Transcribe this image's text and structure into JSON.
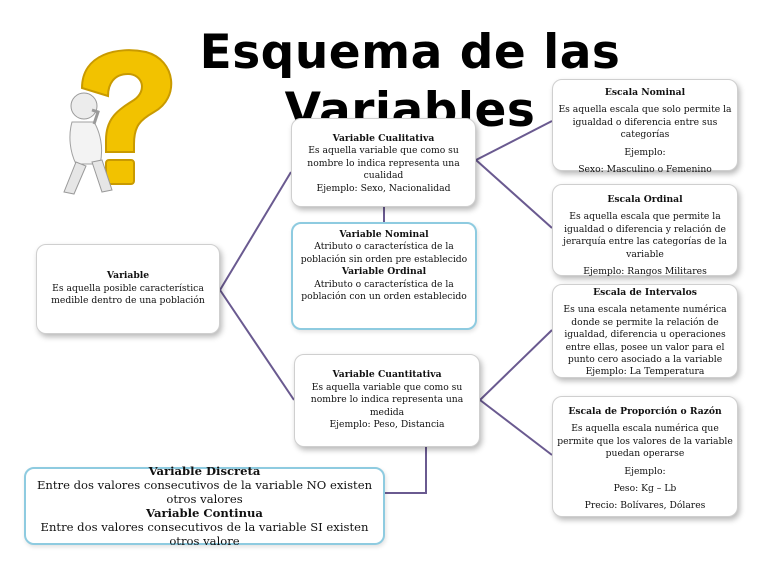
{
  "title": "Esquema de las Variables",
  "variable": {
    "heading": "Variable",
    "text": "Es aquella posible característica medible dentro de una población"
  },
  "cualitativa": {
    "heading": "Variable Cualitativa",
    "text": "Es aquella variable que como su nombre lo indica representa una cualidad",
    "example": "Ejemplo: Sexo, Nacionalidad"
  },
  "cuali_types": {
    "nominal_heading": "Variable Nominal",
    "nominal_text": "Atributo o característica de la población sin orden pre establecido",
    "ordinal_heading": "Variable Ordinal",
    "ordinal_text": "Atributo o característica de la población con un orden establecido"
  },
  "cuantitativa": {
    "heading": "Variable Cuantitativa",
    "text": "Es aquella variable que como su nombre lo indica representa una medida",
    "example": "Ejemplo: Peso, Distancia"
  },
  "cuanti_types": {
    "discreta_heading": "Variable Discreta",
    "discreta_text": "Entre dos valores consecutivos de la variable NO existen otros valores",
    "continua_heading": "Variable Continua",
    "continua_text": "Entre dos valores consecutivos de la variable SI existen otros valore"
  },
  "escala_nominal": {
    "heading": "Escala Nominal",
    "text": "Es aquella escala que solo permite la igualdad o diferencia entre sus categorías",
    "example_label": "Ejemplo:",
    "example": "Sexo: Masculino o Femenino"
  },
  "escala_ordinal": {
    "heading": "Escala Ordinal",
    "text": "Es aquella escala que permite la igualdad o diferencia y relación de jerarquía entre las categorías de la variable",
    "example": "Ejemplo: Rangos Militares"
  },
  "escala_intervalos": {
    "heading": "Escala de Intervalos",
    "text": "Es una escala netamente numérica donde se permite la relación de igualdad, diferencia u operaciones entre ellas, posee un valor  para el punto cero asociado a la variable",
    "example": "Ejemplo: La Temperatura"
  },
  "escala_razon": {
    "heading": "Escala de Proporción o Razón",
    "text": "Es aquella  escala numérica que permite que los valores de la variable puedan operarse",
    "example_label": "Ejemplo:",
    "example_1": "Peso: Kg – Lb",
    "example_2": "Precio: Bolívares, Dólares"
  },
  "colors": {
    "connector": "#6a5a90",
    "blue_border": "#8ecbe0",
    "question_mark": "#f2c200"
  },
  "icons": [
    "thinking-figure-question-mark-icon"
  ]
}
